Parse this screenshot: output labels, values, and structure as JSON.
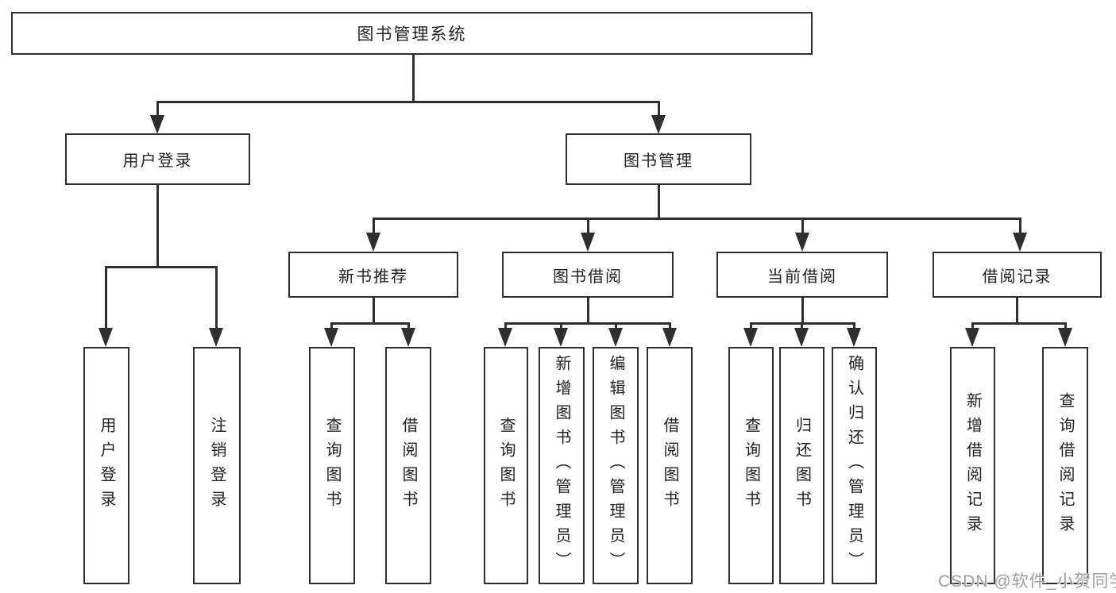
{
  "diagram": {
    "nodes": {
      "root": "图书管理系统",
      "user_login": "用户登录",
      "book_management": "图书管理",
      "new_book_recommendation": "新书推荐",
      "book_borrowing": "图书借阅",
      "current_borrowing": "当前借阅",
      "borrowing_records": "借阅记录",
      "login": "用户登录",
      "logout": "注销登录",
      "recommend_query_books": "查询图书",
      "recommend_borrow_books": "借阅图书",
      "borrowing_query_books": "查询图书",
      "borrowing_add_books": "新增图书（管理员）",
      "borrowing_edit_books": "编辑图书（管理员）",
      "borrowing_borrow_books": "借阅图书",
      "current_query_books": "查询图书",
      "current_return_books": "归还图书",
      "current_confirm_return": "确认归还（管理员）",
      "records_add_borrow_record": "新增借阅记录",
      "records_query_borrow_record": "查询借阅记录"
    },
    "watermark": "CSDN @软件_小贺同学",
    "colors": {
      "line": "#2f2f2f",
      "text": "#222222",
      "watermark": "#99a0a8",
      "background": "#ffffff"
    }
  }
}
